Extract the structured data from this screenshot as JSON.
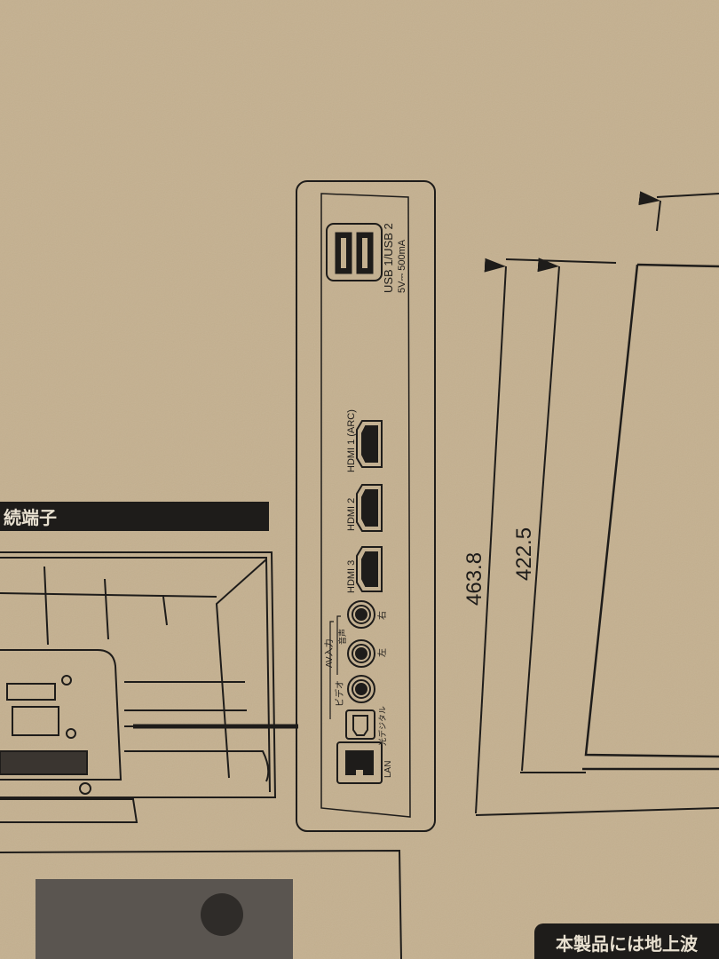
{
  "section_header": "続端子",
  "ports": {
    "usb_label": "USB 1/USB 2",
    "usb_spec": "5V⎓ 500mA",
    "hdmi1": "HDMI 1 (ARC)",
    "hdmi2": "HDMI 2",
    "hdmi3": "HDMI 3",
    "av_input": "AV入力",
    "audio": "音声",
    "right": "右",
    "left": "左",
    "video": "ビデオ",
    "optical": "光デジタル",
    "lan": "LAN"
  },
  "dimensions": {
    "outer_height": "463.8",
    "inner_height": "422.5"
  },
  "notice": "本製品には地上波",
  "colors": {
    "cardboard": "#c4b08f",
    "ink": "#1e1c1a"
  }
}
